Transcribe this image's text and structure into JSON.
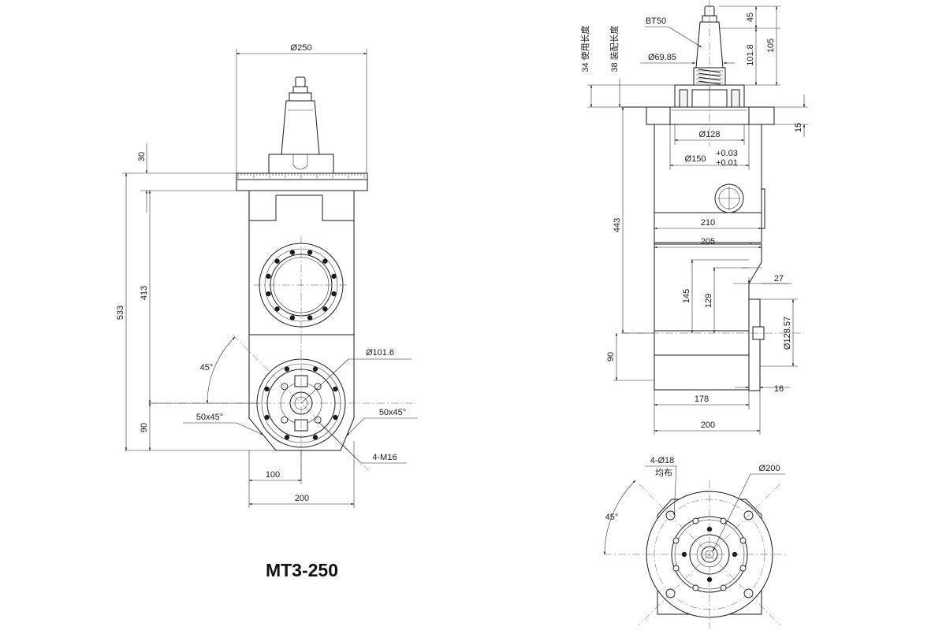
{
  "model": "MT3-250",
  "front_view": {
    "dim_dia250": "Ø250",
    "dim_30": "30",
    "dim_533": "533",
    "dim_413": "413",
    "dim_90": "90",
    "dim_45deg": "45°",
    "dim_dia101_6": "Ø101.6",
    "dim_chamfer_left": "50x45°",
    "dim_chamfer_right": "50x45°",
    "dim_4_m16": "4-M16",
    "dim_100": "100",
    "dim_200": "200"
  },
  "side_view": {
    "label_bt50": "BT50",
    "dim_dia69_85": "Ø69.85",
    "dim_45": "45",
    "dim_101_8": "101.8",
    "dim_105": "105",
    "label_use_length": "34 使用长度",
    "label_assembly_length": "38 装配长度",
    "dim_15": "15",
    "dim_dia128": "Ø128",
    "dim_dia150": "Ø150",
    "tol_upper": "+0.03",
    "tol_lower": "+0.01",
    "dim_443": "443",
    "dim_210": "210",
    "dim_205": "205",
    "dim_27": "27",
    "dim_145": "145",
    "dim_129": "129",
    "dim_dia128_57": "Ø128.57",
    "dim_90": "90",
    "dim_16": "16",
    "dim_178": "178",
    "dim_200": "200"
  },
  "bottom_view": {
    "dim_4_dia18": "4-Ø18",
    "label_evenly": "均布",
    "dim_dia200": "Ø200",
    "dim_45deg": "45°"
  }
}
